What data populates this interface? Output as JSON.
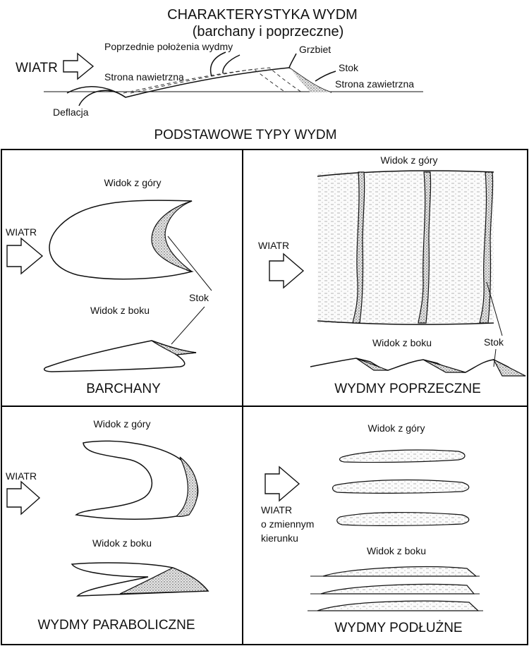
{
  "title": {
    "line1": "CHARAKTERYSTYKA WYDM",
    "line2": "(barchany i poprzeczne)"
  },
  "profile": {
    "wind": "WIATR",
    "previous_positions": "Poprzednie położenia wydmy",
    "crest": "Grzbiet",
    "windward": "Strona nawietrzna",
    "slope": "Stok",
    "leeward": "Strona zawietrzna",
    "deflation": "Deflacja"
  },
  "subtitle": "PODSTAWOWE TYPY WYDM",
  "panels": {
    "barchans": {
      "top_view": "Widok z góry",
      "wind": "WIATR",
      "slope": "Stok",
      "side_view": "Widok z boku",
      "name": "BARCHANY"
    },
    "transverse": {
      "top_view": "Widok z góry",
      "wind": "WIATR",
      "side_view": "Widok z boku",
      "slope": "Stok",
      "name": "WYDMY POPRZECZNE"
    },
    "parabolic": {
      "top_view": "Widok z góry",
      "wind": "WIATR",
      "side_view": "Widok z boku",
      "name": "WYDMY PARABOLICZNE"
    },
    "longitudinal": {
      "top_view": "Widok z góry",
      "wind_line1": "WIATR",
      "wind_line2": "o zmiennym",
      "wind_line3": "kierunku",
      "side_view": "Widok z boku",
      "name": "WYDMY PODŁUŻNE"
    }
  }
}
